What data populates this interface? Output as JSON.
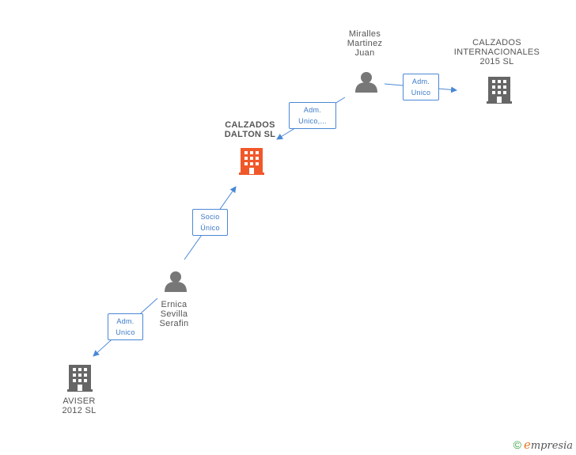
{
  "nodes": {
    "miralles": {
      "lines": [
        "Miralles",
        "Martinez",
        "Juan"
      ]
    },
    "calzados_int": {
      "lines": [
        "CALZADOS",
        "INTERNACIONALES",
        "2015 SL"
      ]
    },
    "calzados_dalton": {
      "lines": [
        "CALZADOS",
        "DALTON SL"
      ]
    },
    "ernica": {
      "lines": [
        "Ernica",
        "Sevilla",
        "Serafin"
      ]
    },
    "aviser": {
      "lines": [
        "AVISER",
        "2012 SL"
      ]
    }
  },
  "edges": {
    "miralles_to_int": {
      "lines": [
        "Adm.",
        "Unico"
      ]
    },
    "miralles_to_dalton": {
      "lines": [
        "Adm.",
        "Unico,..."
      ]
    },
    "ernica_to_dalton": {
      "lines": [
        "Socio",
        "Único"
      ]
    },
    "ernica_to_aviser": {
      "lines": [
        "Adm.",
        "Unico"
      ]
    }
  },
  "colors": {
    "focus_company": "#f0582a",
    "company": "#666666",
    "person": "#777777",
    "edge": "#4a88d6"
  },
  "brand": {
    "copyright": "©",
    "initial": "e",
    "name": "mpresia"
  }
}
